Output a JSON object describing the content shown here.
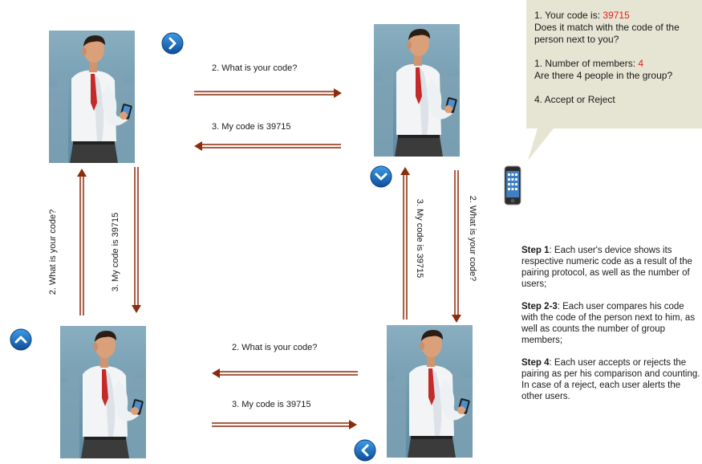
{
  "arrows": {
    "top_request": "2. What is your code?",
    "top_reply": "3. My code is 39715",
    "left_request": "2. What is your code?",
    "left_reply": "3. My code is 39715",
    "right_reply": "3. My code is 39715",
    "right_request": "2. What is your code?",
    "bottom_request": "2. What is your code?",
    "bottom_reply": "3. My code is 39715"
  },
  "bubble": {
    "code_label": "1. Your code is: ",
    "code_value": "39715",
    "code_question": "Does it match with the code of the person next to you?",
    "members_label": "1. Number of members: ",
    "members_value": "4",
    "members_question": "Are there 4 people in the group?",
    "decision": "4. Accept or Reject"
  },
  "steps": [
    {
      "title": "Step 1",
      "text": ":  Each user's device shows its respective numeric code as a result of the pairing protocol, as well as the number of users;"
    },
    {
      "title": "Step 2-3",
      "text": ": Each user compares his code with the code of the person next to him, as well as counts the number of group members;"
    },
    {
      "title": "Step 4",
      "text": ": Each user accepts or rejects the pairing as per his comparison and counting. In case of a reject, each user alerts the other users."
    }
  ],
  "icons": {
    "nav_right": "chevron-right-icon",
    "nav_down": "chevron-down-icon",
    "nav_up": "chevron-up-icon",
    "nav_left": "chevron-left-icon",
    "phone": "smartphone-icon"
  },
  "colors": {
    "arrow": "#8b2c0c",
    "highlight": "#e02020",
    "bubble_fill": "#e6e4d2",
    "nav_fill": "#1d72c4",
    "card_bg": "#6e95a8"
  }
}
